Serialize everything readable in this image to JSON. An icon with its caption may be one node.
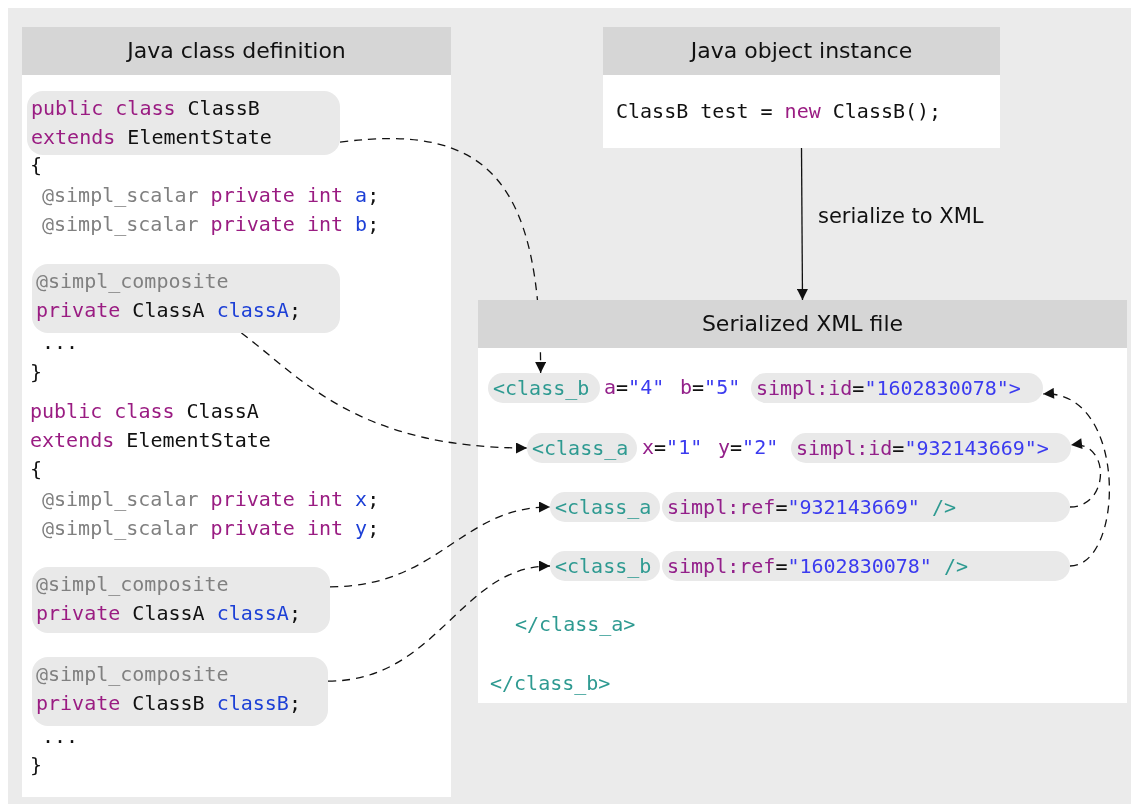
{
  "diagram": {
    "nodes": [
      {
        "text": [
          "Java class definition"
        ]
      },
      {
        "text": [
          "public class ClassB extends ElementState"
        ],
        "in": 0
      },
      {
        "text": [
          "@simpl_composite private ClassA classA;"
        ],
        "in": 0
      },
      {
        "text": [
          "@simpl_composite private ClassA classA;"
        ],
        "in": 0
      },
      {
        "text": [
          "@simpl_composite private ClassB classB;"
        ],
        "in": 0
      },
      {
        "text": [
          "Java object instance",
          "ClassB test = new ClassB();"
        ]
      },
      {
        "text": [
          "Serialized XML file"
        ]
      },
      {
        "text": [
          "<class_b"
        ],
        "in": 6
      },
      {
        "text": [
          "simpl:id=\"1602830078\">"
        ],
        "in": 6
      },
      {
        "text": [
          "<class_a"
        ],
        "in": 6
      },
      {
        "text": [
          "simpl:id=\"932143669\">"
        ],
        "in": 6
      },
      {
        "text": [
          "<class_a"
        ],
        "in": 6
      },
      {
        "text": [
          "simpl:ref=\"932143669\" />"
        ],
        "in": 6
      },
      {
        "text": [
          "<class_b"
        ],
        "in": 6
      },
      {
        "text": [
          "simpl:ref=\"1602830078\" />"
        ],
        "in": 6
      }
    ],
    "edges": [
      {
        "from": 1,
        "to": 7,
        "arrow": "to",
        "style": "dashed"
      },
      {
        "from": 2,
        "to": 9,
        "arrow": "to",
        "style": "dashed"
      },
      {
        "from": 3,
        "to": 11,
        "arrow": "to",
        "style": "dashed"
      },
      {
        "from": 4,
        "to": 13,
        "arrow": "to",
        "style": "dashed"
      },
      {
        "from": 12,
        "to": 10,
        "arrow": "to",
        "style": "dashed"
      },
      {
        "from": 14,
        "to": 8,
        "arrow": "to",
        "style": "dashed"
      },
      {
        "from": 5,
        "to": 6,
        "arrow": "to",
        "label": "serialize to XML"
      }
    ],
    "labels": [
      "{",
      "@simpl_scalar private int a;",
      "@simpl_scalar private int b;",
      "...",
      "}",
      "public class ClassA",
      "extends ElementState",
      "{",
      "@simpl_scalar private int x;",
      "@simpl_scalar private int y;",
      "...",
      "}",
      "a=\"4\"",
      "b=\"5\"",
      "x=\"1\"",
      "y=\"2\"",
      "</class_a>",
      "</class_b>"
    ]
  }
}
